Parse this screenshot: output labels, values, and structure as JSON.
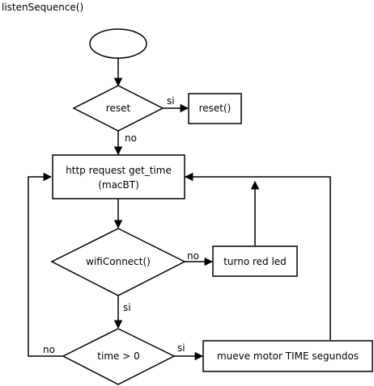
{
  "diagram": {
    "title": "listenSequence()",
    "nodes": {
      "start": {
        "label": ""
      },
      "reset_decision": {
        "label": "reset"
      },
      "reset_action": {
        "label": "reset()"
      },
      "http_request": {
        "line1": "http request get_time",
        "line2": "(macBT)"
      },
      "wifi_decision": {
        "label": "wifiConnect()"
      },
      "red_led": {
        "label": "turno red led"
      },
      "time_decision": {
        "label": "time > 0"
      },
      "motor": {
        "label": "mueve motor TIME segundos"
      }
    },
    "edges": {
      "reset_yes": "si",
      "reset_no": "no",
      "wifi_no": "no",
      "wifi_yes": "si",
      "time_yes": "si",
      "time_no": "no"
    },
    "colors": {
      "stroke": "#000000",
      "background": "#ffffff"
    }
  }
}
